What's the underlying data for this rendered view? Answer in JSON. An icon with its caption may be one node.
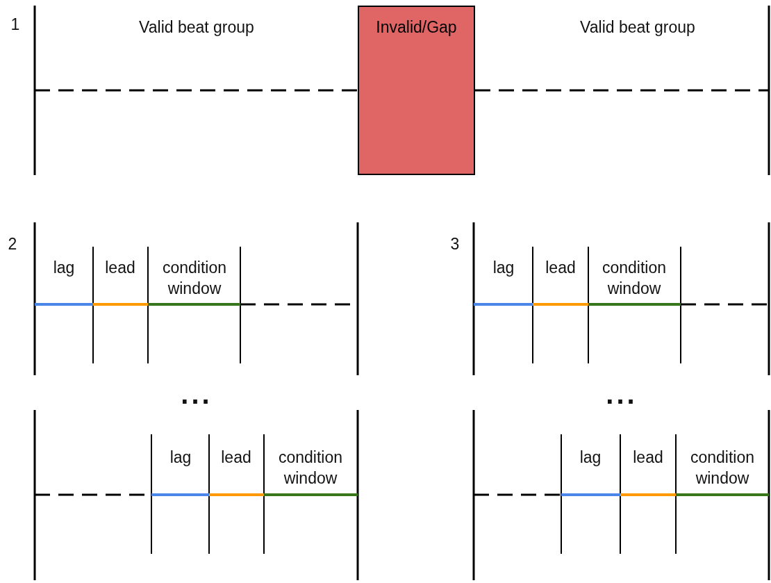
{
  "diagram": {
    "nodes": [
      {
        "text": [
          "Invalid/Gap"
        ]
      }
    ],
    "labels": [
      "1",
      "Valid beat group",
      "Valid beat group",
      "2",
      "lag",
      "lead",
      "condition window",
      "3",
      "lag",
      "lead",
      "condition window",
      "...",
      "...",
      "lag",
      "lead",
      "condition window",
      "lag",
      "lead",
      "condition window"
    ]
  }
}
